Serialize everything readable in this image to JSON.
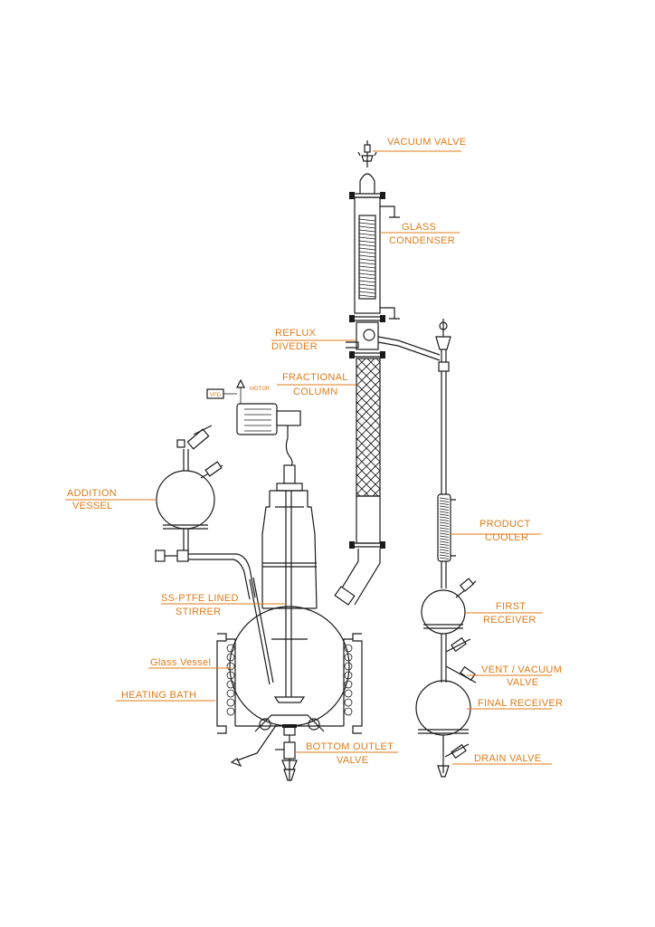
{
  "labels": {
    "vacuum_valve": "VACUUM  VALVE",
    "glass_condenser_1": "GLASS",
    "glass_condenser_2": "CONDENSER",
    "reflux_1": "REFLUX",
    "reflux_2": "DIVEDER",
    "fractional_1": "FRACTIONAL",
    "fractional_2": "COLUMN",
    "motor": "MOTOR",
    "vfd": "VFD",
    "addition_1": "ADDITION",
    "addition_2": "VESSEL",
    "stirrer_1": "SS-PTFE LINED",
    "stirrer_2": "STIRRER",
    "glass_vessel": "Glass Vessel",
    "heating_bath": "HEATING BATH",
    "bottom_1": "BOTTOM OUTLET",
    "bottom_2": "VALVE",
    "product_1": "PRODUCT",
    "product_2": "COOLER",
    "first_1": "FIRST",
    "first_2": "RECEIVER",
    "vent_1": "VENT / VACUUM",
    "vent_2": "VALVE",
    "final_receiver": "FINAL RECEIVER",
    "drain_valve": "DRAIN VALVE"
  },
  "colors": {
    "label": "#e07b1a",
    "line": "#1a1a1a",
    "background": "#ffffff"
  }
}
